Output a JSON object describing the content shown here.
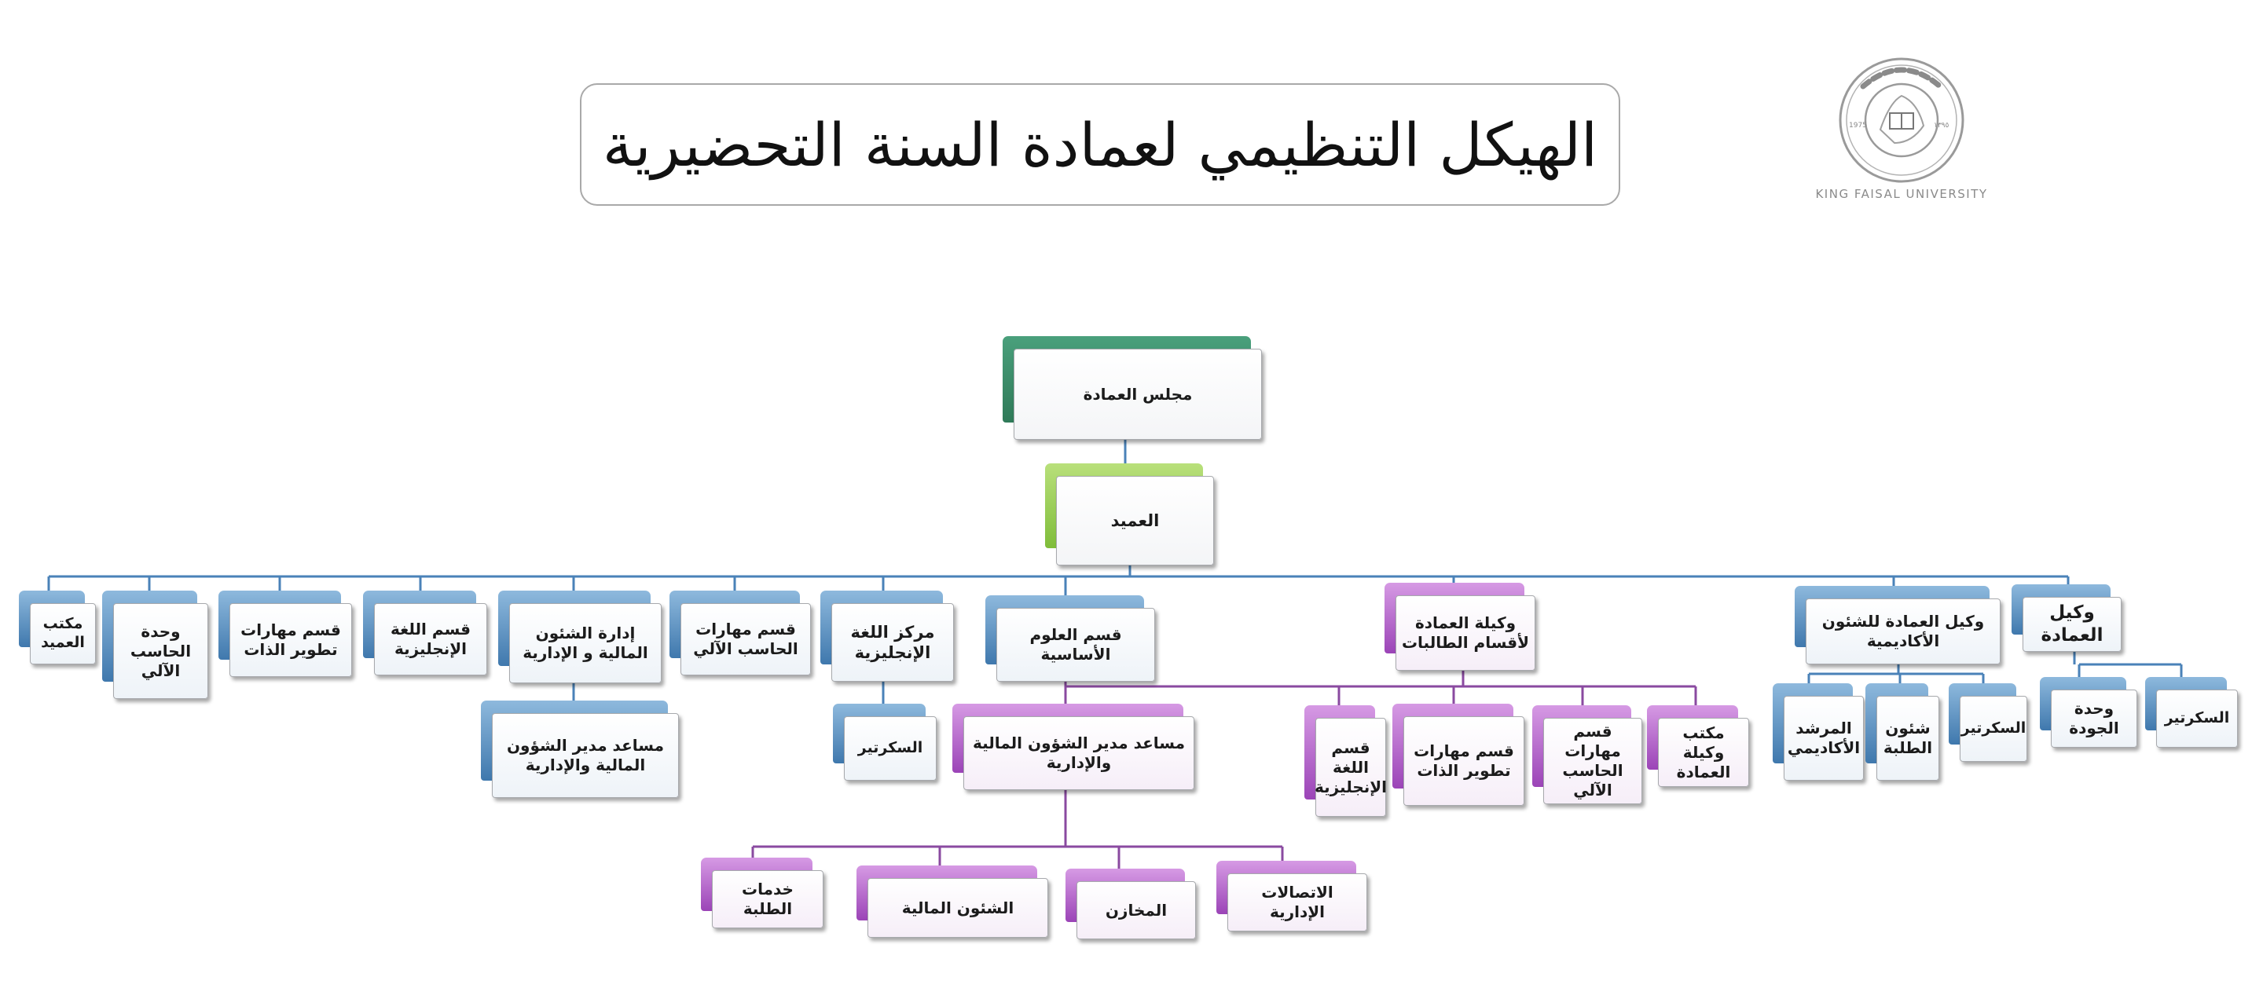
{
  "title": "الهيكل التنظيمي لعمادة السنة التحضيرية",
  "logo": {
    "arabic": "جامعة الملك فيصل",
    "english": "KING FAISAL UNIVERSITY",
    "year_left": "1975",
    "year_right": "١٣٩٥"
  },
  "colors": {
    "blue": "#4f87bf",
    "purple": "#a34fc0",
    "green": "#3c8f69",
    "light_green": "#8fc94a",
    "blue_line": "#4a82b8",
    "purple_line": "#8a4aa0"
  },
  "nodes": {
    "council": "مجلس العمادة",
    "dean": "العميد",
    "dean_office": "مكتب العميد",
    "computer_unit": "وحدة الحاسب الآلي",
    "self_dev_dept": "قسم مهارات تطوير الذات",
    "english_dept": "قسم اللغة الإنجليزية",
    "finance_admin": "إدارة الشئون المالية و الإدارية",
    "finance_assistant": "مساعد مدير الشؤون المالية والإدارية",
    "computer_skills_dept": "قسم مهارات الحاسب الآلي",
    "english_center": "مركز اللغة الإنجليزية",
    "english_center_secretary": "السكرتير",
    "basic_sciences": "قسم العلوم الأساسية",
    "vice_dean_women": "وكيلة العمادة لأقسام الطالبات",
    "women_finance_assistant": "مساعد مدير الشؤون المالية والإدارية",
    "student_services": "خدمات الطلبة",
    "financial_affairs": "الشئون المالية",
    "warehouses": "المخازن",
    "admin_communications": "الاتصالات الإدارية",
    "women_english_dept": "قسم اللغة الإنجليزية",
    "women_self_dev_dept": "قسم مهارات تطوير الذات",
    "women_computer_skills": "قسم مهارات الحاسب الآلي",
    "vice_dean_women_office": "مكتب وكيلة العمادة",
    "vice_dean_academic": "وكيل العمادة للشئون الأكاديمية",
    "academic_advisor": "المرشد الأكاديمي",
    "student_affairs": "شئون الطلبة",
    "academic_secretary": "السكرتير",
    "vice_dean": "وكيل العمادة",
    "quality_unit": "وحدة الجودة",
    "vice_dean_secretary": "السكرتير"
  }
}
